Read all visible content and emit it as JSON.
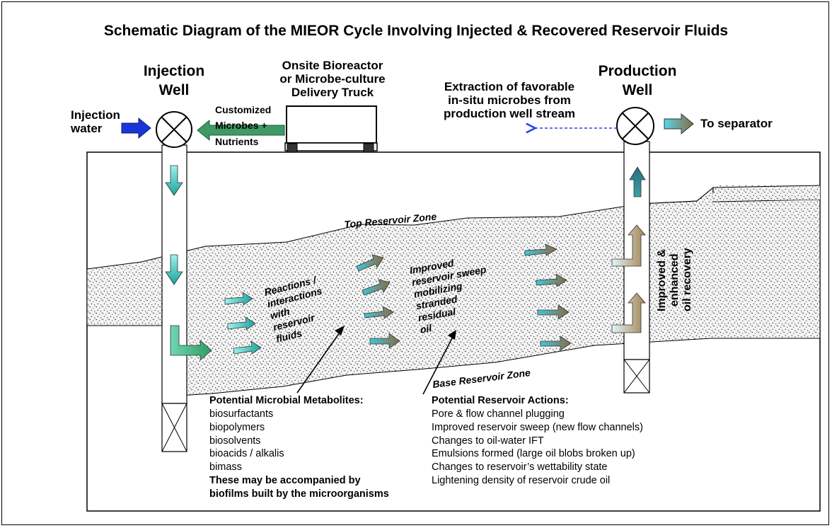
{
  "title": "Schematic Diagram of the MIEOR Cycle Involving Injected & Recovered Reservoir Fluids",
  "injection_well": {
    "title_line1": "Injection",
    "title_line2": "Well"
  },
  "production_well": {
    "title_line1": "Production",
    "title_line2": "Well"
  },
  "injection_water": {
    "line1": "Injection",
    "line2": "water"
  },
  "bioreactor": {
    "line1": "Onsite Bioreactor",
    "line2": "or Microbe-culture",
    "line3": "Delivery Truck"
  },
  "customized": {
    "line1": "Customized",
    "line2": "Microbes +",
    "line3": "Nutrients"
  },
  "extraction": {
    "line1": "Extraction of favorable",
    "line2": "in-situ microbes from",
    "line3": "production well stream"
  },
  "to_separator": "To separator",
  "zones": {
    "top": "Top Reservoir Zone",
    "base": "Base Reservoir Zone"
  },
  "reactions": {
    "line1": "Reactions /",
    "line2": "interactions",
    "line3": "with",
    "line4": "reservoir",
    "line5": "fluids"
  },
  "sweep": {
    "line1": "Improved",
    "line2": "reservoir sweep",
    "line3": "mobilizing",
    "line4": "stranded",
    "line5": "residual",
    "line6": "oil"
  },
  "recovery": {
    "line1": "Improved &",
    "line2": "enhanced",
    "line3": "oil recovery"
  },
  "metabolites": {
    "heading": "Potential Microbial Metabolites:",
    "items": [
      "biosurfactants",
      "biopolymers",
      "biosolvents",
      "bioacids / alkalis",
      "bimass"
    ],
    "note_line1": "These may be accompanied by",
    "note_line2": "biofilms built by the microorganisms"
  },
  "actions": {
    "heading": "Potential Reservoir Actions:",
    "items": [
      "Pore & flow channel plugging",
      "Improved reservoir sweep (new flow channels)",
      "Changes to oil-water IFT",
      "Emulsions formed (large oil blobs broken up)",
      "Changes to reservoir’s wettability state",
      "Lightening density of reservoir crude oil"
    ]
  },
  "colors": {
    "teal": "#1fb3a8",
    "cyan": "#5fe3e3",
    "green_arrow": "#3f9a66",
    "brown": "#8a6a45",
    "blue_arrow": "#1a36d6",
    "dashed_blue": "#2244ee",
    "stipple_bg": "#f2f2f2"
  }
}
